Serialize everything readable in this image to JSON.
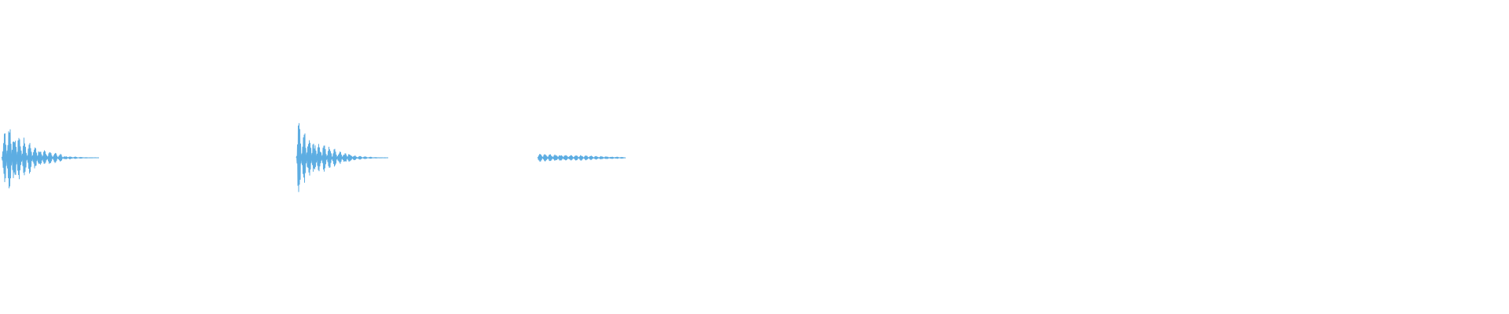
{
  "waveform": {
    "color": "#5dade2",
    "background": "#ffffff",
    "bursts": [
      {
        "label": "",
        "relative_peak": 1.0,
        "relative_decay": 1.0
      },
      {
        "label": "",
        "relative_peak": 0.75,
        "relative_decay": 0.85
      },
      {
        "label": "",
        "relative_peak": 0.09,
        "relative_decay": 1.0
      }
    ]
  }
}
